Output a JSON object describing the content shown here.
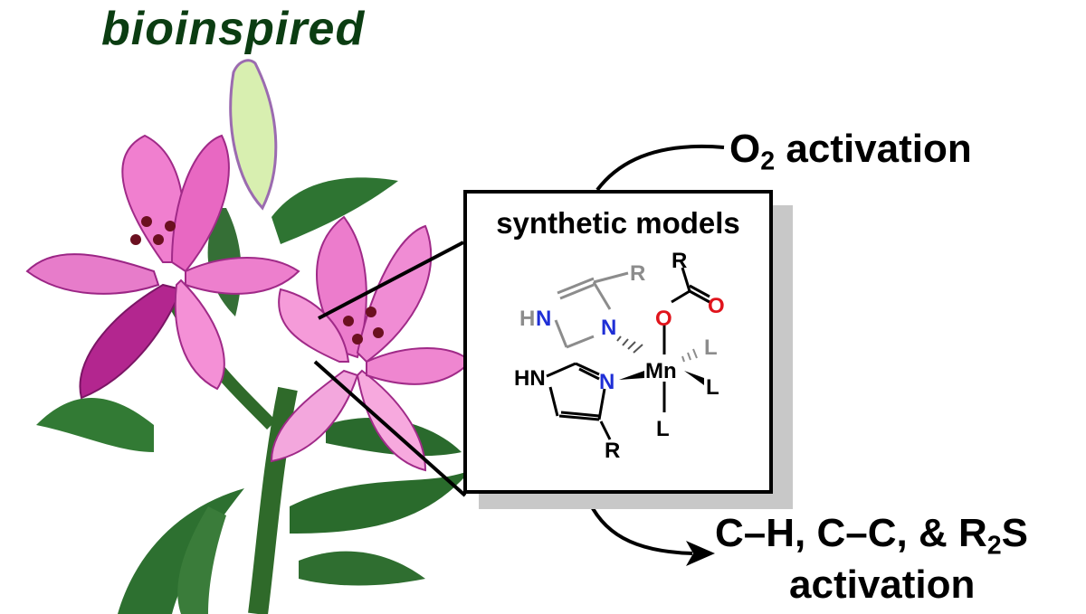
{
  "title": "bioinspired",
  "labels": {
    "o2_main": "O",
    "o2_sub": "2",
    "o2_suffix": " activation",
    "bottom_line1_a": "C–H, C–C, & R",
    "bottom_line1_sub": "2",
    "bottom_line1_b": "S",
    "bottom_line2": "activation"
  },
  "box": {
    "title": "synthetic models",
    "atoms": {
      "hn_top_h": "H",
      "hn_top_n": "N",
      "n_top": "N",
      "r_top": "R",
      "hn_bottom": "HN",
      "n_bottom": "N",
      "r_bottom": "R",
      "metal": "Mn",
      "o_carboxylate": "O",
      "o_carbonyl": "O",
      "r_carboxylate": "R",
      "l_hashed": "L",
      "l_wedge": "L",
      "l_bottom": "L"
    }
  },
  "colors": {
    "title": "#0b3d12",
    "nitrogen": "#1f2fd6",
    "oxygen": "#e0141c",
    "gray_ligand": "#8c8c8c",
    "petal_pink": "#ec6fc9",
    "petal_magenta": "#b0288f",
    "leaf_green": "#2f7a2a",
    "shadow": "#c8c8c8"
  }
}
